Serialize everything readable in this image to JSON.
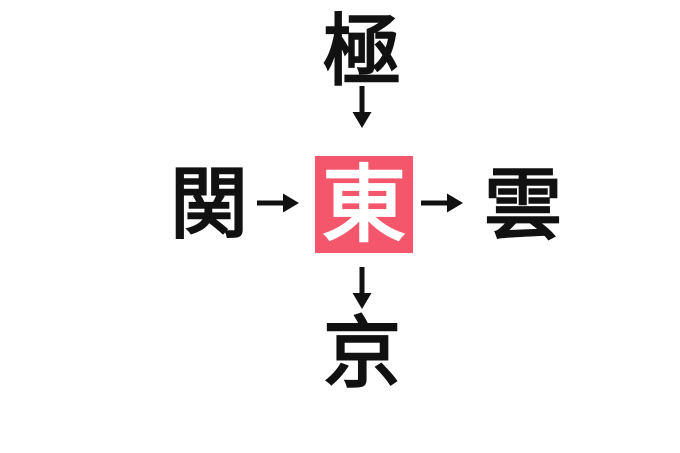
{
  "puzzle": {
    "top_kanji": "極",
    "left_kanji": "関",
    "center_kanji": "東",
    "right_kanji": "雲",
    "bottom_kanji": "京",
    "arrows": [
      {
        "icon": "arrow-down-icon",
        "from": "top",
        "to": "center"
      },
      {
        "icon": "arrow-right-icon",
        "from": "left",
        "to": "center"
      },
      {
        "icon": "arrow-right-icon",
        "from": "center",
        "to": "right"
      },
      {
        "icon": "arrow-down-icon",
        "from": "center",
        "to": "bottom"
      }
    ]
  },
  "colors": {
    "background": "#ffffff",
    "kanji": "#111111",
    "center_box": "#f4566c",
    "center_kanji": "#ffffff",
    "arrow": "#111111"
  }
}
